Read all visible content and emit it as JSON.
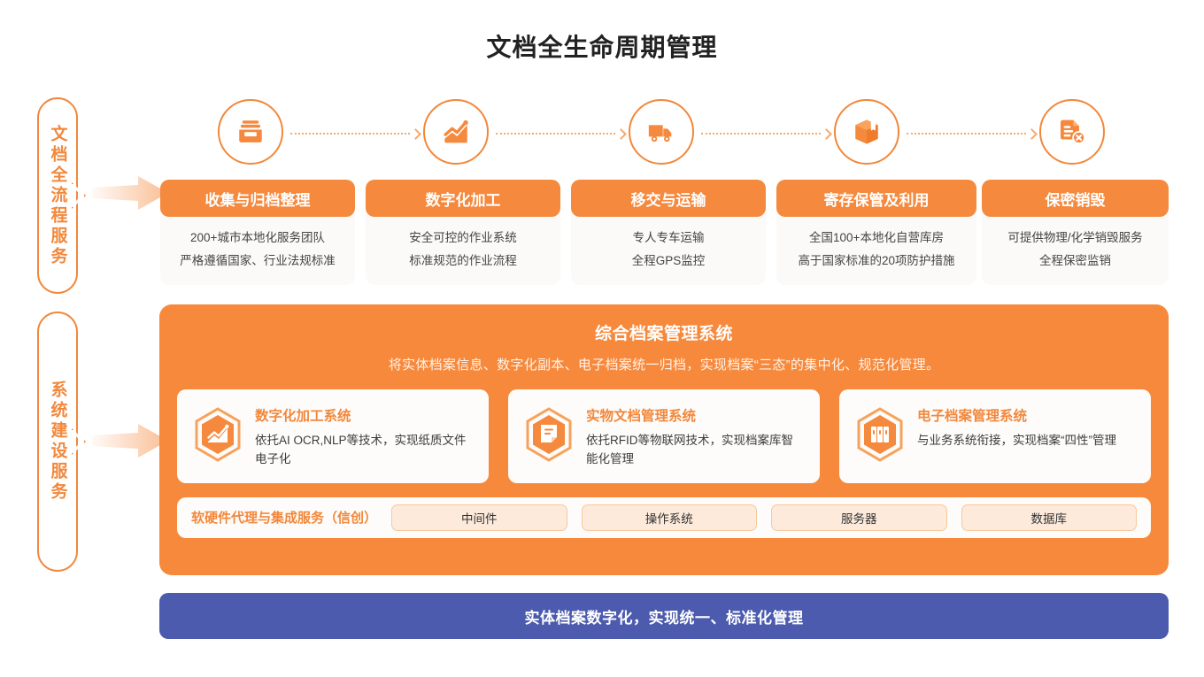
{
  "page": {
    "title": "文档全生命周期管理",
    "background": "#ffffff",
    "accent": "#F5893D",
    "accent_dark": "#F2883C",
    "bottom_bar_color": "#4C5BAD"
  },
  "side_labels": [
    {
      "text": "文档全流程服务",
      "name": "side-label-full-process-service"
    },
    {
      "text": "系统建设服务",
      "name": "side-label-system-construction-service"
    }
  ],
  "flow_icons": [
    {
      "icon": "archive-box-icon"
    },
    {
      "icon": "analytics-chart-icon"
    },
    {
      "icon": "delivery-truck-icon"
    },
    {
      "icon": "package-box-icon"
    },
    {
      "icon": "document-destroy-icon"
    }
  ],
  "service_cards": [
    {
      "title": "收集与归档整理",
      "lines": [
        "200+城市本地化服务团队",
        "严格遵循国家、行业法规标准"
      ]
    },
    {
      "title": "数字化加工",
      "lines": [
        "安全可控的作业系统",
        "标准规范的作业流程"
      ]
    },
    {
      "title": "移交与运输",
      "lines": [
        "专人专车运输",
        "全程GPS监控"
      ]
    },
    {
      "title": "寄存保管及利用",
      "lines": [
        "全国100+本地化自营库房",
        "高于国家标准的20项防护措施"
      ]
    },
    {
      "title": "保密销毁",
      "lines": [
        "可提供物理/化学销毁服务",
        "全程保密监销"
      ]
    }
  ],
  "orange_panel": {
    "title": "综合档案管理系统",
    "subtitle": "将实体档案信息、数字化副本、电子档案统一归档，实现档案“三态”的集中化、规范化管理。",
    "sub_cards": [
      {
        "icon": "hex-chart-icon",
        "title": "数字化加工系统",
        "desc": "依托AI OCR,NLP等技术，实现纸质文件电子化"
      },
      {
        "icon": "hex-document-icon",
        "title": "实物文档管理系统",
        "desc": "依托RFID等物联网技术，实现档案库智能化管理"
      },
      {
        "icon": "hex-binders-icon",
        "title": "电子档案管理系统",
        "desc": "与业务系统衔接，实现档案“四性”管理"
      }
    ],
    "integration": {
      "label": "软硬件代理与集成服务（信创）",
      "chips": [
        "中间件",
        "操作系统",
        "服务器",
        "数据库"
      ]
    }
  },
  "bottom_bar": {
    "text": "实体档案数字化，实现统一、标准化管理"
  }
}
